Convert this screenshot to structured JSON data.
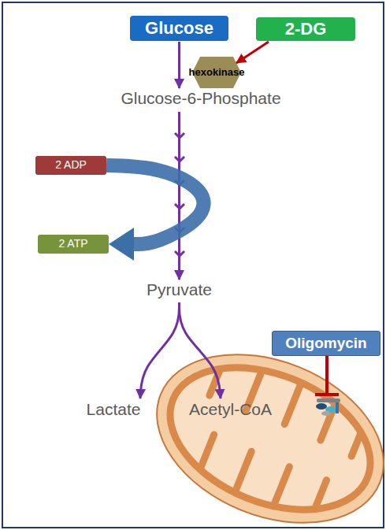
{
  "diagram": {
    "nodes": [
      {
        "text": [
          "Glucose"
        ]
      },
      {
        "text": [
          "2-DG"
        ]
      },
      {
        "text": [
          "hexokinase"
        ]
      },
      {
        "text": [
          "Glucose-6-Phosphate"
        ]
      },
      {
        "text": [
          "2 ADP"
        ]
      },
      {
        "text": [
          "2 ATP"
        ]
      },
      {
        "text": [
          "Pyruvate"
        ]
      },
      {
        "text": [
          "Oligomycin"
        ]
      },
      {
        "text": [
          "Lactate"
        ]
      },
      {
        "text": [
          "Acetyl-CoA"
        ]
      }
    ],
    "edges": [
      {
        "from": 0,
        "to": 3,
        "arrow": "to"
      },
      {
        "from": 1,
        "to": 2,
        "arrow": "to"
      },
      {
        "from": 3,
        "to": 6,
        "arrow": "to"
      },
      {
        "from": 4,
        "to": 5,
        "arrow": "to"
      },
      {
        "from": 6,
        "to": 8,
        "arrow": "to"
      },
      {
        "from": 6,
        "to": 9,
        "arrow": "to"
      }
    ]
  }
}
